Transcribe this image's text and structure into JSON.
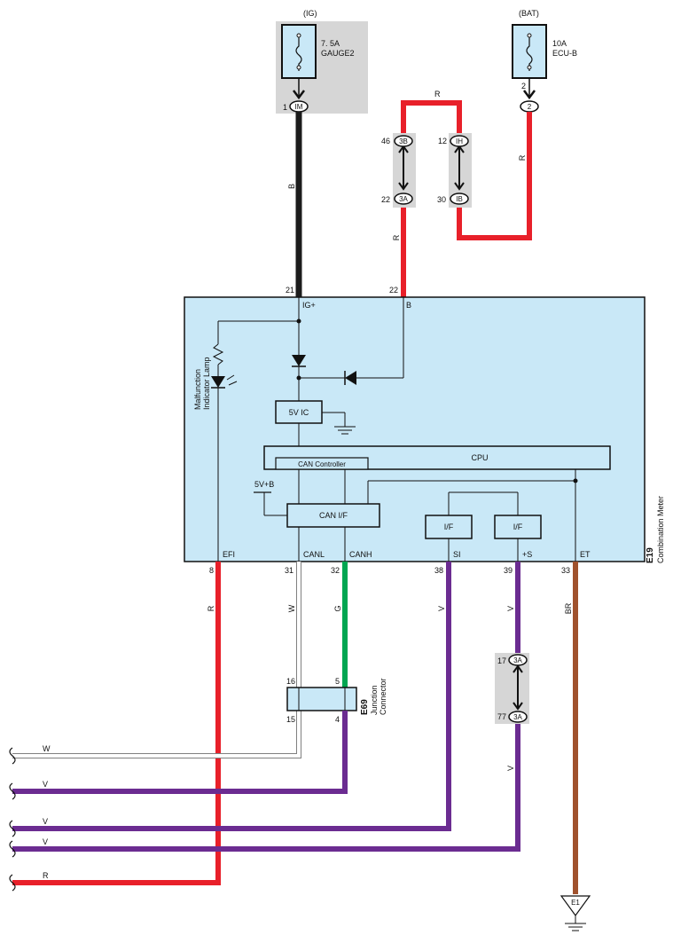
{
  "colors": {
    "wire_red": "#e8202a",
    "wire_black": "#1c1c1c",
    "wire_green": "#00a651",
    "wire_violet": "#6b2c91",
    "wire_brown": "#a0522d",
    "wire_white_outline": "#808080",
    "panel_fill": "#c9e8f7",
    "gray_block": "#d6d6d6"
  },
  "fuses": {
    "ig": {
      "supply": "(IG)",
      "rating": "7. 5A",
      "name": "GAUGE2",
      "pin": "1",
      "connector": "IM"
    },
    "bat": {
      "supply": "(BAT)",
      "rating": "10A",
      "name": "ECU-B",
      "pin": "2",
      "connector": "2"
    }
  },
  "junction_blocks": [
    {
      "top_pin": "46",
      "top_conn": "3B",
      "bottom_pin": "22",
      "bottom_conn": "3A"
    },
    {
      "top_pin": "12",
      "top_conn": "IH",
      "bottom_pin": "30",
      "bottom_conn": "IB"
    },
    {
      "top_pin": "17",
      "top_conn": "3A",
      "bottom_pin": "77",
      "bottom_conn": "3A"
    }
  ],
  "wire_colors": {
    "ig": "B",
    "bat_top": "R",
    "bat_right": "R",
    "b_feed": "R",
    "efi": "R",
    "canl": "W",
    "canh": "G",
    "si": "V",
    "plus_s_upper": "V",
    "plus_s_lower": "V",
    "et": "BR",
    "left_w": "W",
    "left_v1": "V",
    "left_v2": "V",
    "left_v3": "V",
    "left_r": "R"
  },
  "meter": {
    "id": "E19",
    "name": "Combination Meter",
    "top_pins": [
      {
        "pin": "21",
        "label": "IG+"
      },
      {
        "pin": "22",
        "label": "B"
      }
    ],
    "bottom_pins": [
      {
        "pin": "8",
        "label": "EFI"
      },
      {
        "pin": "31",
        "label": "CANL"
      },
      {
        "pin": "32",
        "label": "CANH"
      },
      {
        "pin": "38",
        "label": "SI"
      },
      {
        "pin": "39",
        "label": "+S"
      },
      {
        "pin": "33",
        "label": "ET"
      }
    ],
    "components": {
      "mil_line1": "Malfunction",
      "mil_line2": "Indicator Lamp",
      "ic": "5V IC",
      "cpu": "CPU",
      "can_controller": "CAN Controller",
      "can_if": "CAN I/F",
      "if1": "I/F",
      "if2": "I/F",
      "supply": "5V+B"
    }
  },
  "junction_connector": {
    "id": "E69",
    "line1": "Junction",
    "line2": "Connector",
    "pins": {
      "tl": "16",
      "tr": "5",
      "bl": "15",
      "br": "4"
    }
  },
  "ground": {
    "label": "E1"
  }
}
